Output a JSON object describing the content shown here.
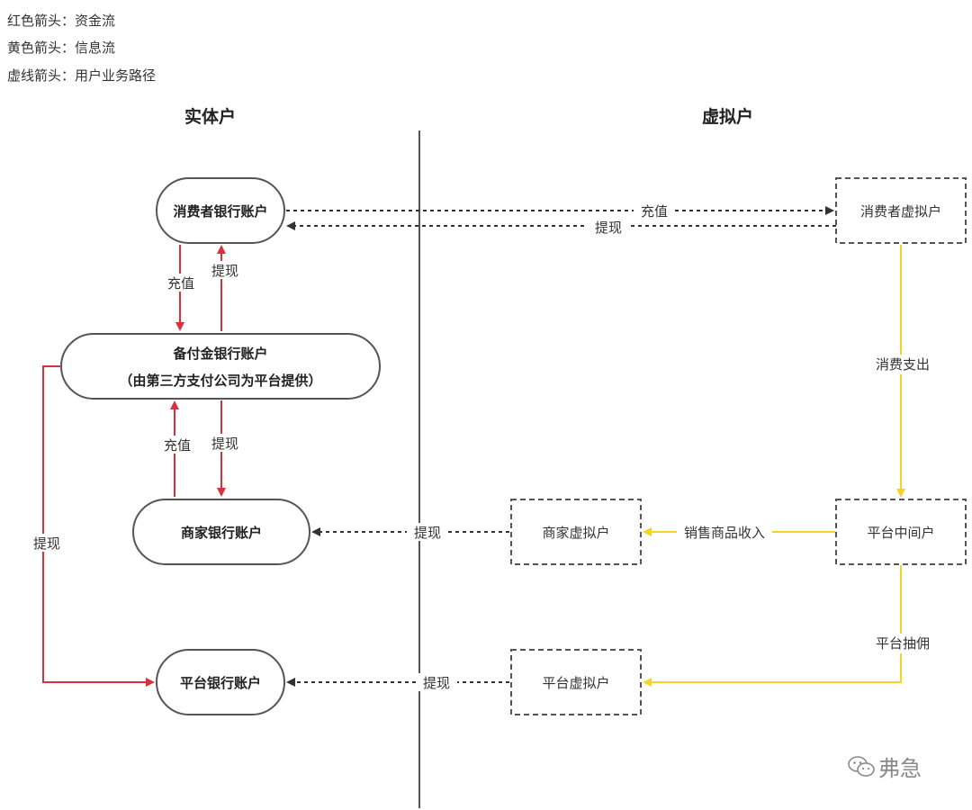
{
  "legend": {
    "red": "红色箭头：资金流",
    "yellow": "黄色箭头：信息流",
    "dashed": "虚线箭头：用户业务路径"
  },
  "columns": {
    "left": "实体户",
    "right": "虚拟户"
  },
  "nodes": {
    "consumer_bank": "消费者银行账户",
    "reserve_bank_line1": "备付金银行账户",
    "reserve_bank_line2": "（由第三方支付公司为平台提供）",
    "merchant_bank": "商家银行账户",
    "platform_bank": "平台银行账户",
    "consumer_virtual": "消费者虚拟户",
    "platform_intermediate": "平台中间户",
    "merchant_virtual": "商家虚拟户",
    "platform_virtual": "平台虚拟户"
  },
  "edges": {
    "consumer_recharge_to_virtual": "充值",
    "virtual_withdraw_to_consumer": "提现",
    "consumer_to_reserve_recharge": "充值",
    "reserve_to_consumer_withdraw": "提现",
    "merchant_to_reserve_recharge": "充值",
    "reserve_to_merchant_withdraw": "提现",
    "reserve_to_platform_withdraw": "提现",
    "consumer_spend": "消费支出",
    "sales_income": "销售商品收入",
    "merchant_virtual_withdraw": "提现",
    "platform_commission": "平台抽佣",
    "platform_virtual_withdraw": "提现"
  },
  "colors": {
    "money_flow": "#d9303e",
    "info_flow": "#f5d327",
    "user_path": "#333333",
    "divider": "#555555"
  },
  "watermark": {
    "icon": "wechat-icon",
    "text": "弗急"
  }
}
